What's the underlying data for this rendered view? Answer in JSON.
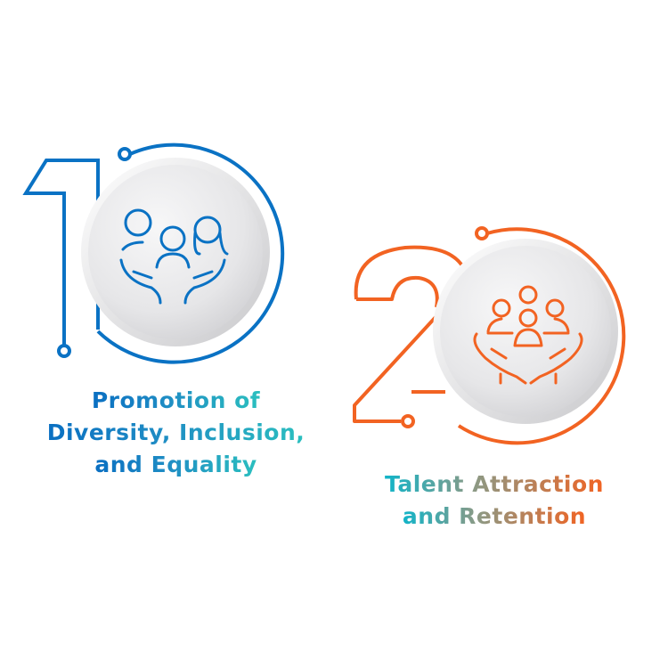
{
  "items": [
    {
      "number": "1",
      "title_lines": [
        "Promotion of",
        "Diversity, Inclusion,",
        "and Equality"
      ],
      "icon": "family-in-hands-icon",
      "color": "#0a72c4"
    },
    {
      "number": "2",
      "title_lines": [
        "Talent Attraction",
        "and Retention"
      ],
      "icon": "team-in-hands-icon",
      "color": "#f26322"
    }
  ]
}
